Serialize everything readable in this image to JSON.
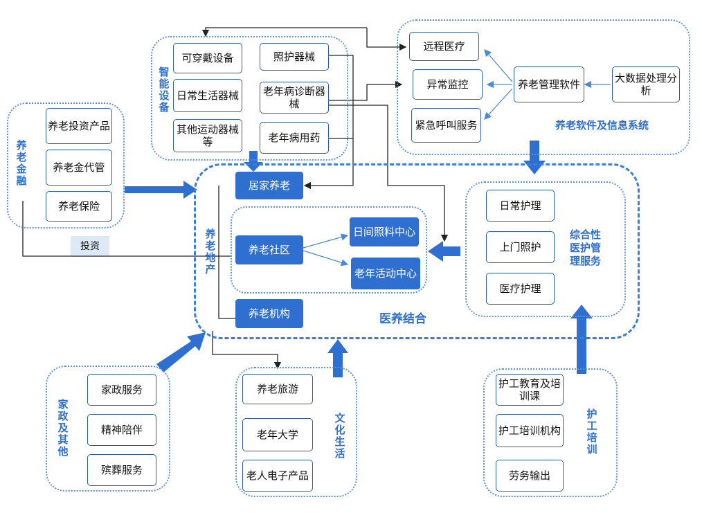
{
  "groups": {
    "finance": {
      "label": "养老金融",
      "items": [
        "养老投资产品",
        "养老金代管",
        "养老保险"
      ],
      "tag": "投资"
    },
    "devices": {
      "label": "智能设备",
      "items": [
        "可穿戴设备",
        "日常生活器械",
        "其他运动器械等",
        "照护器械",
        "老年病诊断器械",
        "老年病用药"
      ]
    },
    "software": {
      "label": "养老软件及信息系统",
      "items": [
        "远程医疗",
        "异常监控",
        "紧急呼叫服务",
        "养老管理软件",
        "大数据处理分析"
      ]
    },
    "realestate": {
      "label": "养老地产",
      "items": [
        "居家养老",
        "养老社区",
        "养老机构",
        "日间照料中心",
        "老年活动中心"
      ]
    },
    "medical": {
      "label": "医养结合"
    },
    "care": {
      "label": "综合性医护管理服务",
      "items": [
        "日常护理",
        "上门照护",
        "医疗护理"
      ]
    },
    "household": {
      "label": "家政及其他",
      "items": [
        "家政服务",
        "精神陪伴",
        "殡葬服务"
      ]
    },
    "culture": {
      "label": "文化生活",
      "items": [
        "养老旅游",
        "老年大学",
        "老人电子产品"
      ]
    },
    "training": {
      "label": "护工培训",
      "items": [
        "护工教育及培训课",
        "护工培训机构",
        "劳务输出"
      ]
    }
  },
  "colors": {
    "accent": "#2e6fd0",
    "border": "#2b5fa5",
    "dotted": "#5a93d6"
  }
}
